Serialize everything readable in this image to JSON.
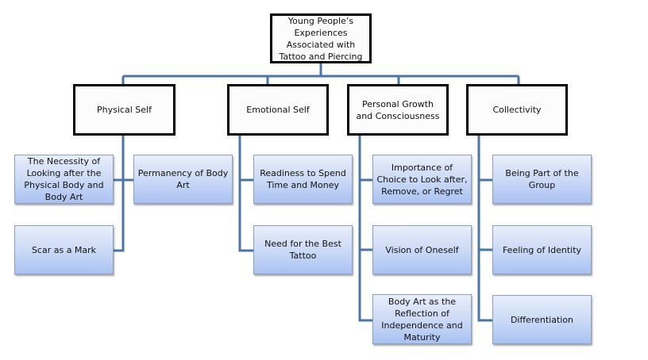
{
  "diagram": {
    "root": {
      "label": "Young People’s Experiences Associated with Tattoo and Piercing"
    },
    "categories": [
      {
        "label": "Physical Self",
        "children": [
          "The Necessity of Looking after the Physical Body and Body Art",
          "Permanency of Body Art",
          "Scar as a Mark"
        ]
      },
      {
        "label": "Emotional Self",
        "children": [
          "Readiness to Spend Time and Money",
          "Need for the Best Tattoo"
        ]
      },
      {
        "label": "Personal Growth and Consciousness",
        "children": [
          "Importance of Choice to Look after, Remove, or Regret",
          "Vision of Oneself",
          "Body Art as the Reflection of Independence and Maturity"
        ]
      },
      {
        "label": "Collectivity",
        "children": [
          "Being Part of the Group",
          "Feeling of Identity",
          "Differentiation"
        ]
      }
    ],
    "colors": {
      "connector": "#4a75a8",
      "category_border": "#000000",
      "child_fill_top": "#e8eefb",
      "child_fill_bottom": "#a9c2f2"
    }
  }
}
